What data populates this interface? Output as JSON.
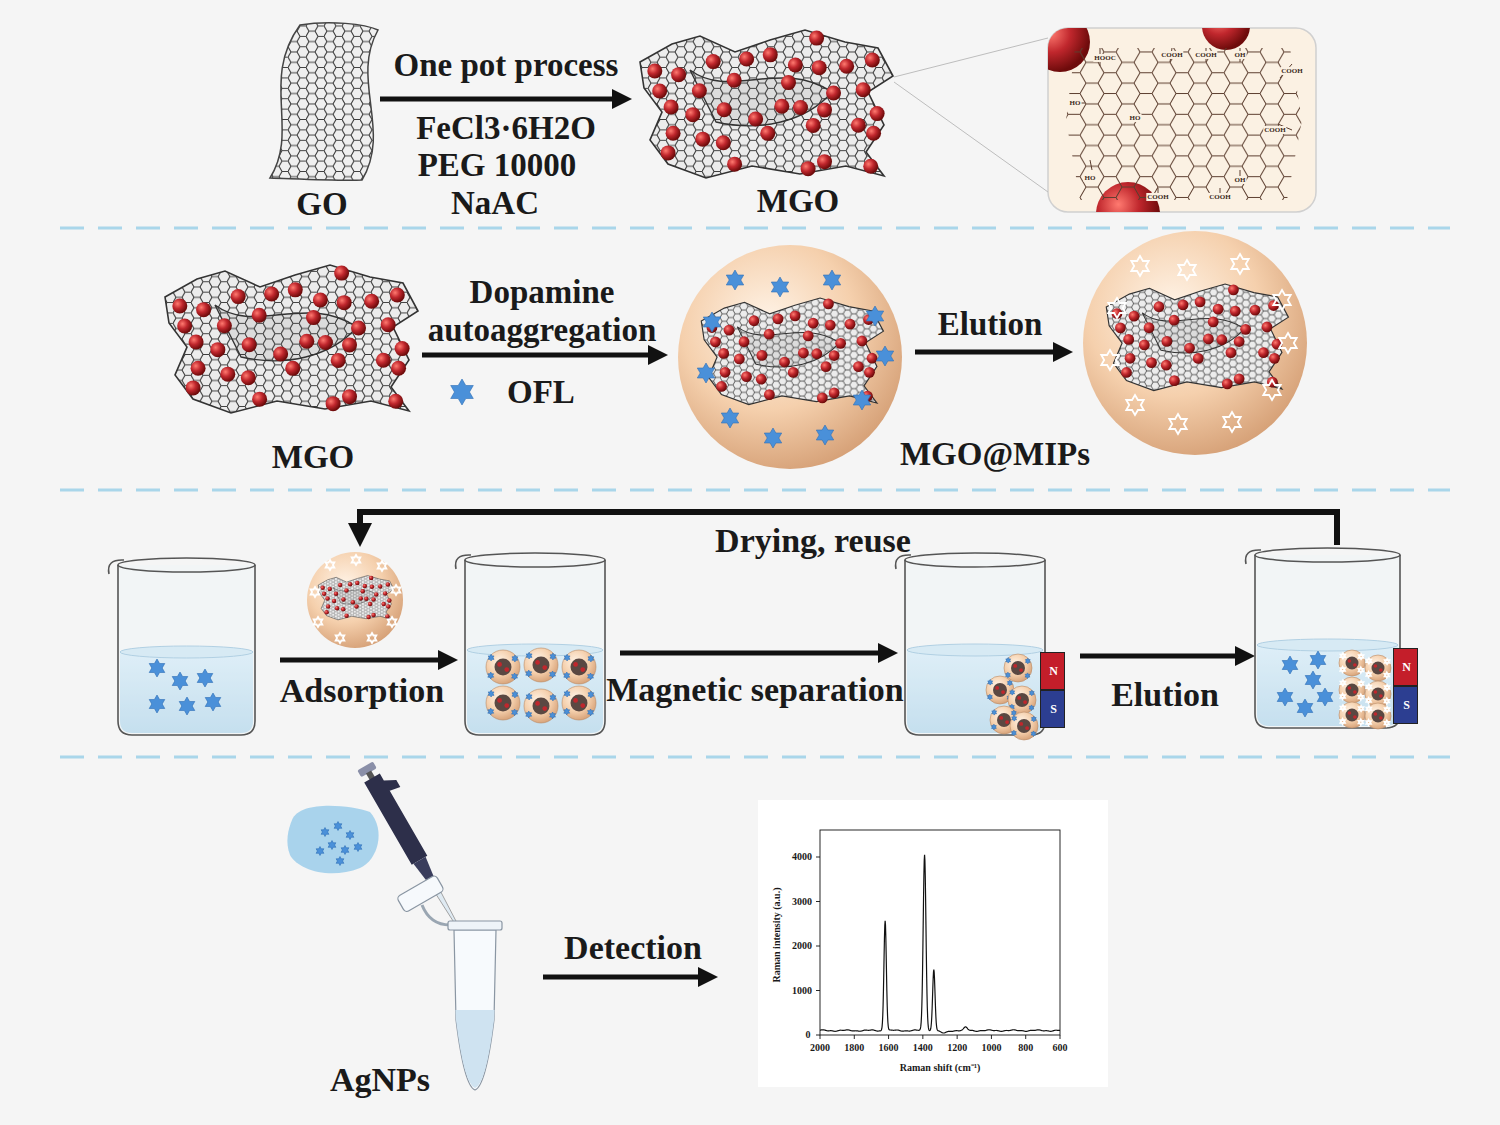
{
  "diagram": {
    "nodes": [
      {
        "text": [
          "GO"
        ]
      },
      {
        "text": [
          "MGO"
        ]
      },
      {
        "text": [
          "HOOC",
          "COOH",
          "COOH",
          "OH",
          "COOH",
          "HO",
          "HO",
          "COOH",
          "HO",
          "OH",
          "COOH",
          "COOH"
        ]
      },
      {
        "text": [
          "MGO"
        ]
      },
      {
        "text": [
          "N"
        ]
      },
      {
        "text": [
          "S"
        ]
      },
      {
        "text": [
          "N"
        ]
      },
      {
        "text": [
          "S"
        ]
      }
    ],
    "edges": [
      {
        "from": 0,
        "to": 1,
        "arrow": "to",
        "label": "One pot process"
      },
      {
        "from": 1,
        "to": 2,
        "arrow": "none"
      },
      {
        "from": 1,
        "to": 2,
        "arrow": "none"
      }
    ],
    "labels": [
      "FeCl3·6H2O",
      "PEG 10000",
      "NaAC",
      "Dopamine autoaggregation",
      "MGO@MIPs",
      "Elution",
      "Drying, reuse",
      "Adsorption",
      "Magnetic separation",
      "Elution",
      "AgNPs",
      "Detection",
      "4000",
      "3000",
      "2000",
      "1000",
      "0",
      "2000",
      "1800",
      "1600",
      "1400",
      "1200",
      "1000",
      "800",
      "600",
      "Raman intensity (a.u.)",
      "Raman shift (cm⁻¹)"
    ],
    "legend": [
      {
        "text": "OFL"
      }
    ]
  }
}
